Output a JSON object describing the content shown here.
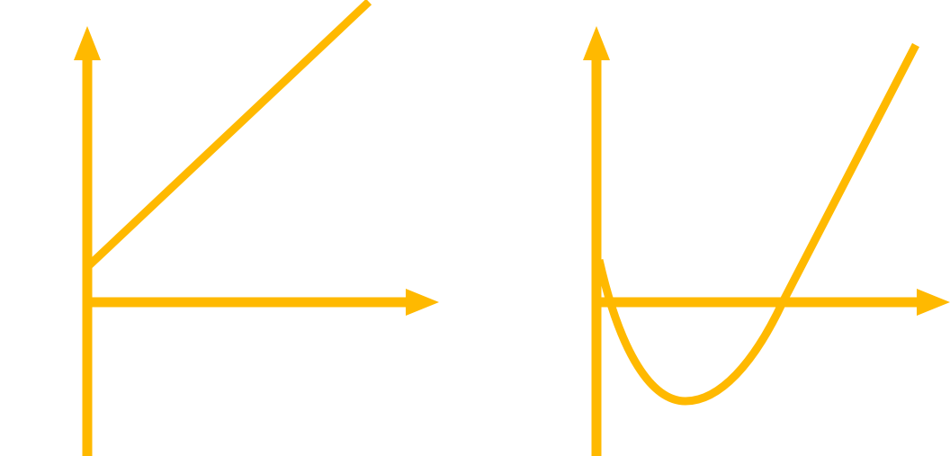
{
  "stroke_color": "#FFB900",
  "background_color": "#FFFFFF",
  "panels": [
    {
      "id": "linear",
      "curve": "line",
      "description_type": "increasing straight line with positive y-intercept"
    },
    {
      "id": "quadratic",
      "curve": "parabola",
      "description_type": "upward-opening parabola with two positive roots"
    }
  ]
}
